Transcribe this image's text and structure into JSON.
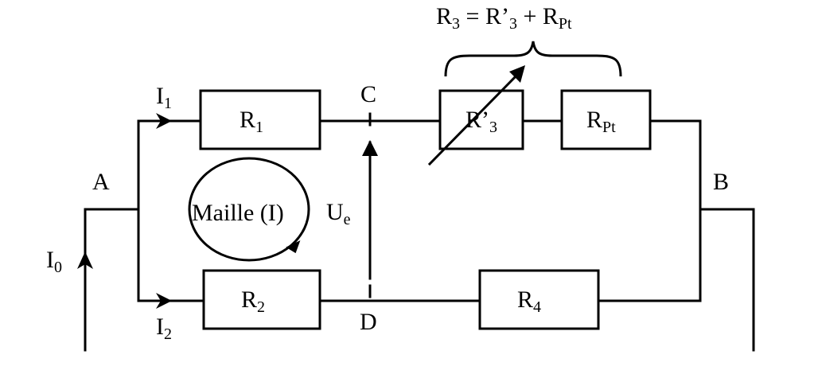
{
  "diagram": {
    "nodes": {
      "A": "A",
      "B": "B",
      "C": "C",
      "D": "D"
    },
    "currents": {
      "i0": {
        "base": "I",
        "sub": "0"
      },
      "i1": {
        "base": "I",
        "sub": "1"
      },
      "i2": {
        "base": "I",
        "sub": "2"
      }
    },
    "resistors": {
      "r1": {
        "base": "R",
        "sub": "1"
      },
      "r2": {
        "base": "R",
        "sub": "2"
      },
      "r3p": {
        "base": "R’",
        "sub": "3"
      },
      "rpt": {
        "base": "R",
        "sub": "Pt"
      },
      "r4": {
        "base": "R",
        "sub": "4"
      }
    },
    "voltage": {
      "base": "U",
      "sub": "e"
    },
    "loop_label": "Maille (I)",
    "equation": {
      "lhs_base": "R",
      "lhs_sub": "3",
      "eq": " = ",
      "t1_base": "R’",
      "t1_sub": "3",
      "plus": " + ",
      "t2_base": "R",
      "t2_sub": "Pt"
    }
  }
}
